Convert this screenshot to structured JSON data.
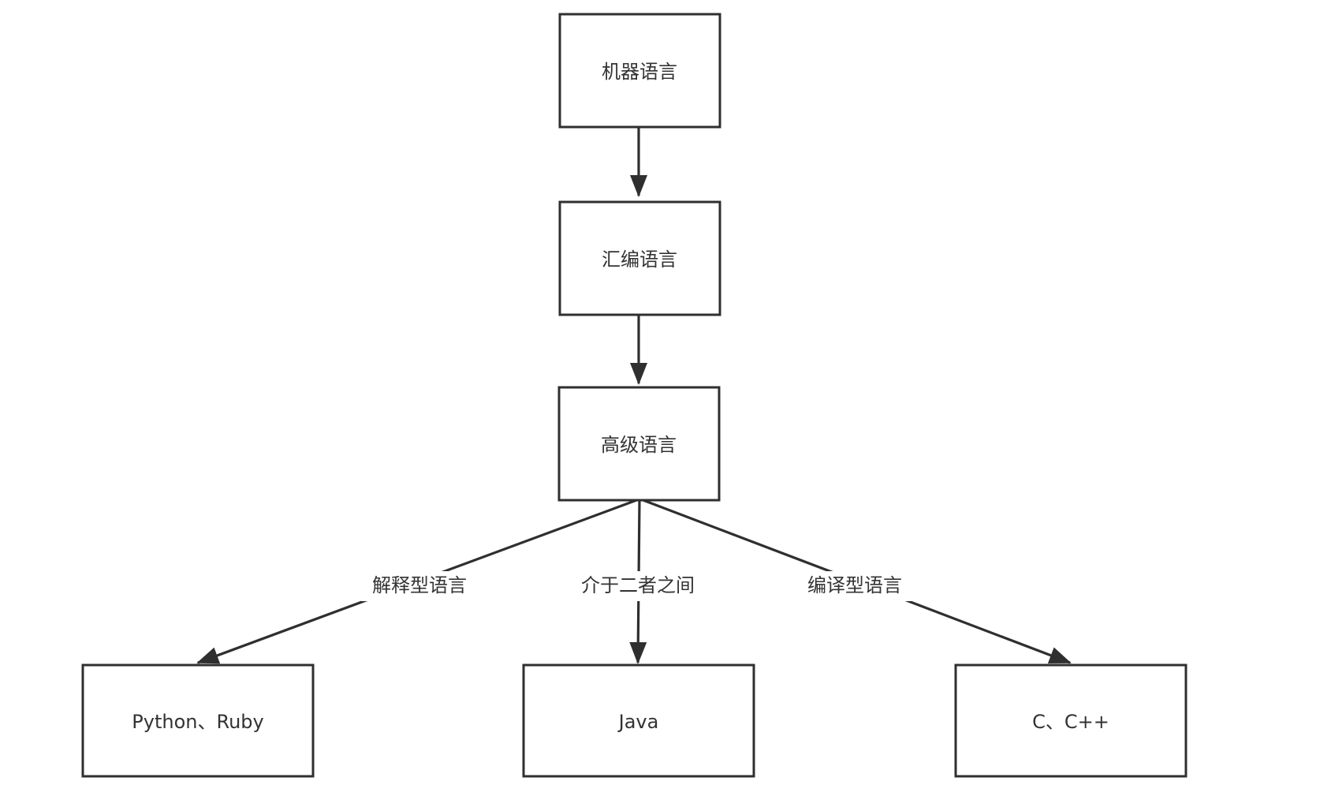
{
  "diagram": {
    "nodes": {
      "machine": {
        "label": "机器语言"
      },
      "assembly": {
        "label": "汇编语言"
      },
      "highlevel": {
        "label": "高级语言"
      },
      "interpreted_examples": {
        "label": "Python、Ruby"
      },
      "java": {
        "label": "Java"
      },
      "compiled_examples": {
        "label": "C、C++"
      }
    },
    "edges": {
      "machine_to_assembly": {
        "label": ""
      },
      "assembly_to_highlevel": {
        "label": ""
      },
      "highlevel_to_interpreted": {
        "label": "解释型语言"
      },
      "highlevel_to_java": {
        "label": "介于二者之间"
      },
      "highlevel_to_compiled": {
        "label": "编译型语言"
      }
    }
  }
}
